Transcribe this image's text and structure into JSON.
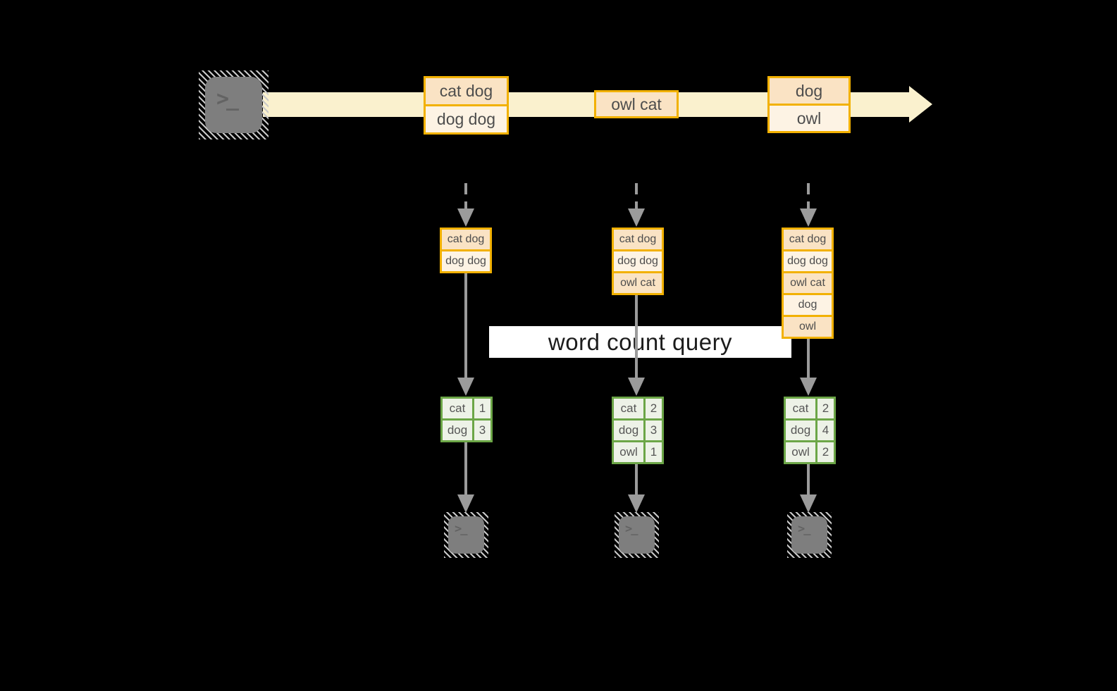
{
  "query_label": "word count query",
  "icons": {
    "prompt_glyph": ">_"
  },
  "timeline": {
    "batches": [
      [
        "cat dog",
        "dog dog"
      ],
      [
        "owl cat"
      ],
      [
        "dog",
        "owl"
      ]
    ]
  },
  "columns": [
    {
      "stack": [
        "cat dog",
        "dog dog"
      ],
      "counts": [
        {
          "word": "cat",
          "count": "1"
        },
        {
          "word": "dog",
          "count": "3"
        }
      ]
    },
    {
      "stack": [
        "cat dog",
        "dog dog",
        "owl cat"
      ],
      "counts": [
        {
          "word": "cat",
          "count": "2"
        },
        {
          "word": "dog",
          "count": "3"
        },
        {
          "word": "owl",
          "count": "1"
        }
      ]
    },
    {
      "stack": [
        "cat dog",
        "dog dog",
        "owl cat",
        "dog",
        "owl"
      ],
      "counts": [
        {
          "word": "cat",
          "count": "2"
        },
        {
          "word": "dog",
          "count": "4"
        },
        {
          "word": "owl",
          "count": "2"
        }
      ]
    }
  ],
  "colors": {
    "background": "#000000",
    "stream_arrow": "#FAF1CE",
    "event_border": "#F2B100",
    "event_fill_peach": "#FAE3C4",
    "event_fill_cream": "#FDF3E4",
    "table_border": "#6CA647",
    "table_fill": "#EDF2E7",
    "connector_gray": "#9B9B9B",
    "terminal_gray": "#7E7E7E",
    "label_background": "#FFFFFF"
  }
}
